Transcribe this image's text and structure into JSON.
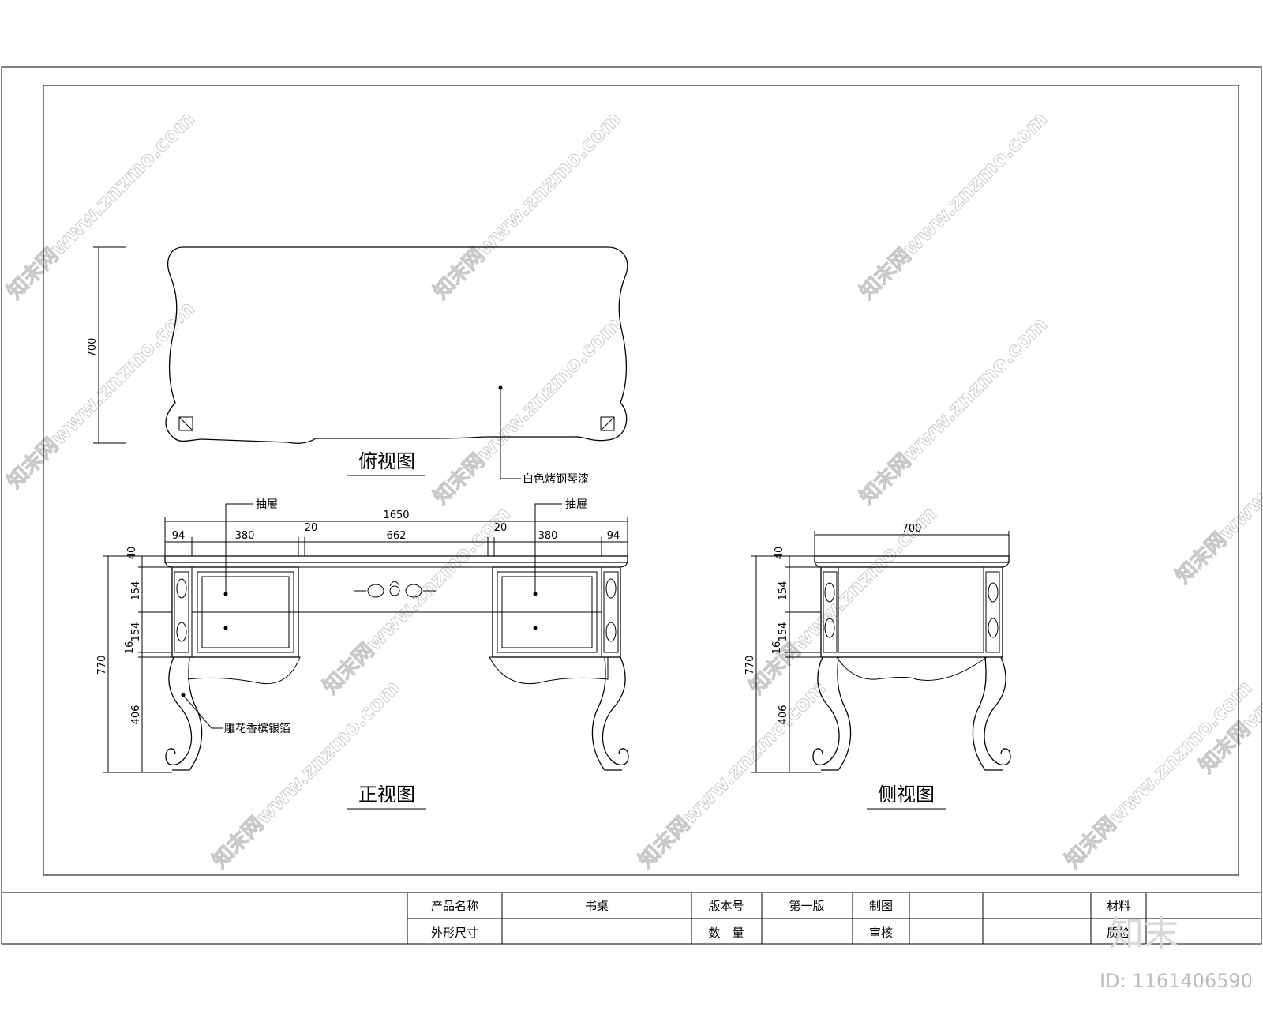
{
  "views": {
    "top": "俯视图",
    "front": "正视图",
    "side": "侧视图"
  },
  "annotations": {
    "finish": "白色烤钢琴漆",
    "drawer_left": "抽屉",
    "drawer_right": "抽屉",
    "carving": "雕花香槟银箔"
  },
  "dimensions": {
    "top_depth": "700",
    "front_total": "1650",
    "front_segments": [
      "94",
      "380",
      "20",
      "662",
      "20",
      "380",
      "94"
    ],
    "front_vertical": [
      "40",
      "154",
      "154",
      "16",
      "406"
    ],
    "front_height": "770",
    "side_width": "700",
    "side_vertical": [
      "40",
      "154",
      "154",
      "16",
      "406"
    ],
    "side_height": "770"
  },
  "title_block": {
    "product_name_label": "产品名称",
    "product_name_value": "书桌",
    "version_label": "版本号",
    "version_value": "第一版",
    "drawn_label": "制图",
    "material_label": "材料",
    "size_label": "外形尺寸",
    "quantity_label": "数　量",
    "review_label": "审核",
    "quality_label": "质检"
  },
  "watermark": {
    "text": "知末网www.znzmo.com",
    "logo": "知末",
    "id": "ID: 1161406590"
  }
}
